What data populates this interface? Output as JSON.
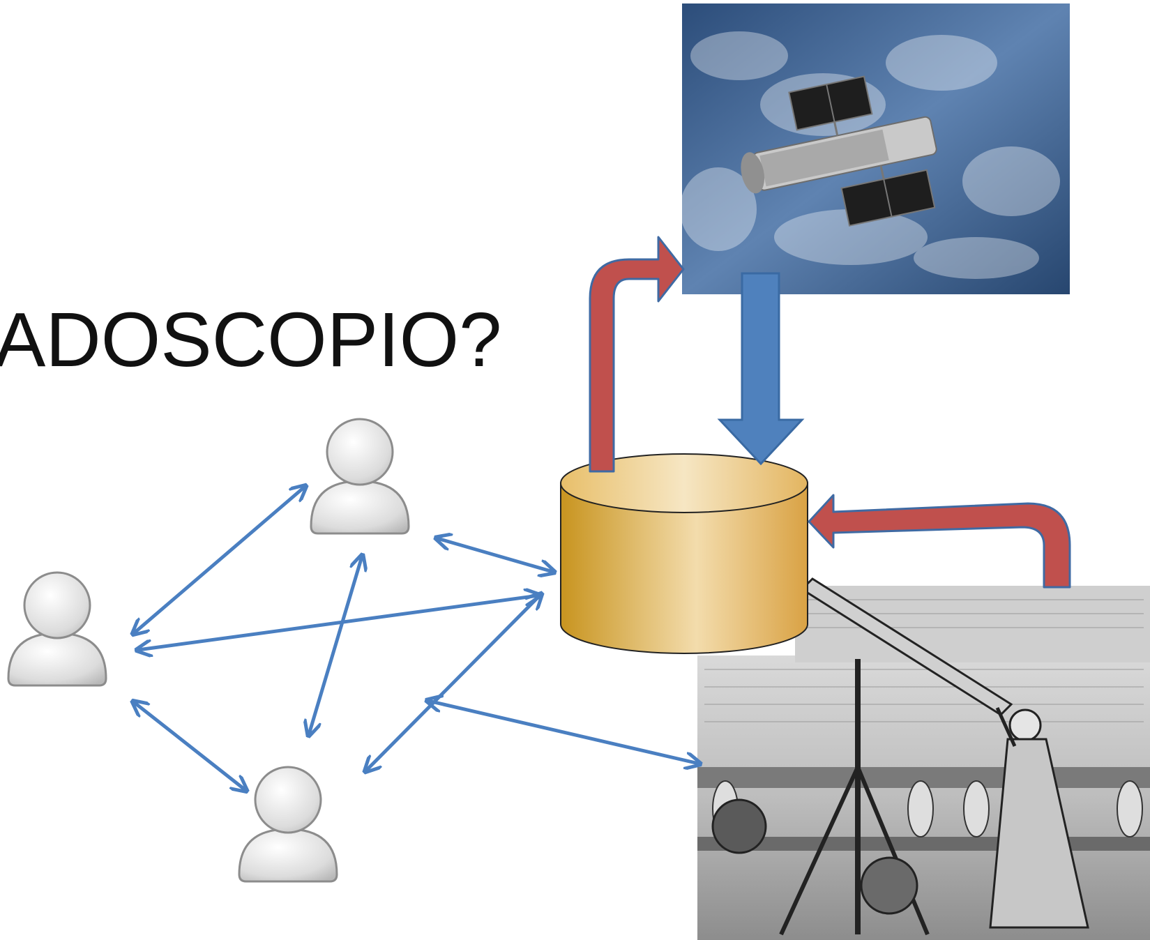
{
  "slide": {
    "title": "ADOSCOPIO?"
  },
  "colors": {
    "background": "#ffffff",
    "network_arrow": "#4a7fc1",
    "red_arrow": "#c0504d",
    "blue_block_arrow": "#4f81bd",
    "database": "#e6b35a",
    "user_icon": "#d9d9d9"
  },
  "nodes": [
    {
      "id": "user-left",
      "kind": "user-icon"
    },
    {
      "id": "user-top",
      "kind": "user-icon"
    },
    {
      "id": "user-bottom",
      "kind": "user-icon"
    },
    {
      "id": "database",
      "kind": "database-cylinder-icon"
    },
    {
      "id": "space-telescope",
      "kind": "space-telescope-photo"
    },
    {
      "id": "historic-telescope",
      "kind": "historic-telescope-engraving"
    }
  ],
  "edges": [
    {
      "from": "user-left",
      "to": "user-top",
      "style": "double-arrow"
    },
    {
      "from": "user-left",
      "to": "user-bottom",
      "style": "double-arrow"
    },
    {
      "from": "user-left",
      "to": "database",
      "style": "double-arrow"
    },
    {
      "from": "user-top",
      "to": "user-bottom",
      "style": "double-arrow"
    },
    {
      "from": "user-top",
      "to": "database",
      "style": "double-arrow"
    },
    {
      "from": "user-bottom",
      "to": "database",
      "style": "double-arrow"
    },
    {
      "from": "user-bottom",
      "to": "historic-telescope",
      "style": "double-arrow"
    },
    {
      "from": "database",
      "to": "space-telescope",
      "style": "bent-block-arrow"
    },
    {
      "from": "space-telescope",
      "to": "database",
      "style": "block-arrow"
    },
    {
      "from": "historic-telescope",
      "to": "database",
      "style": "bent-block-arrow"
    }
  ]
}
